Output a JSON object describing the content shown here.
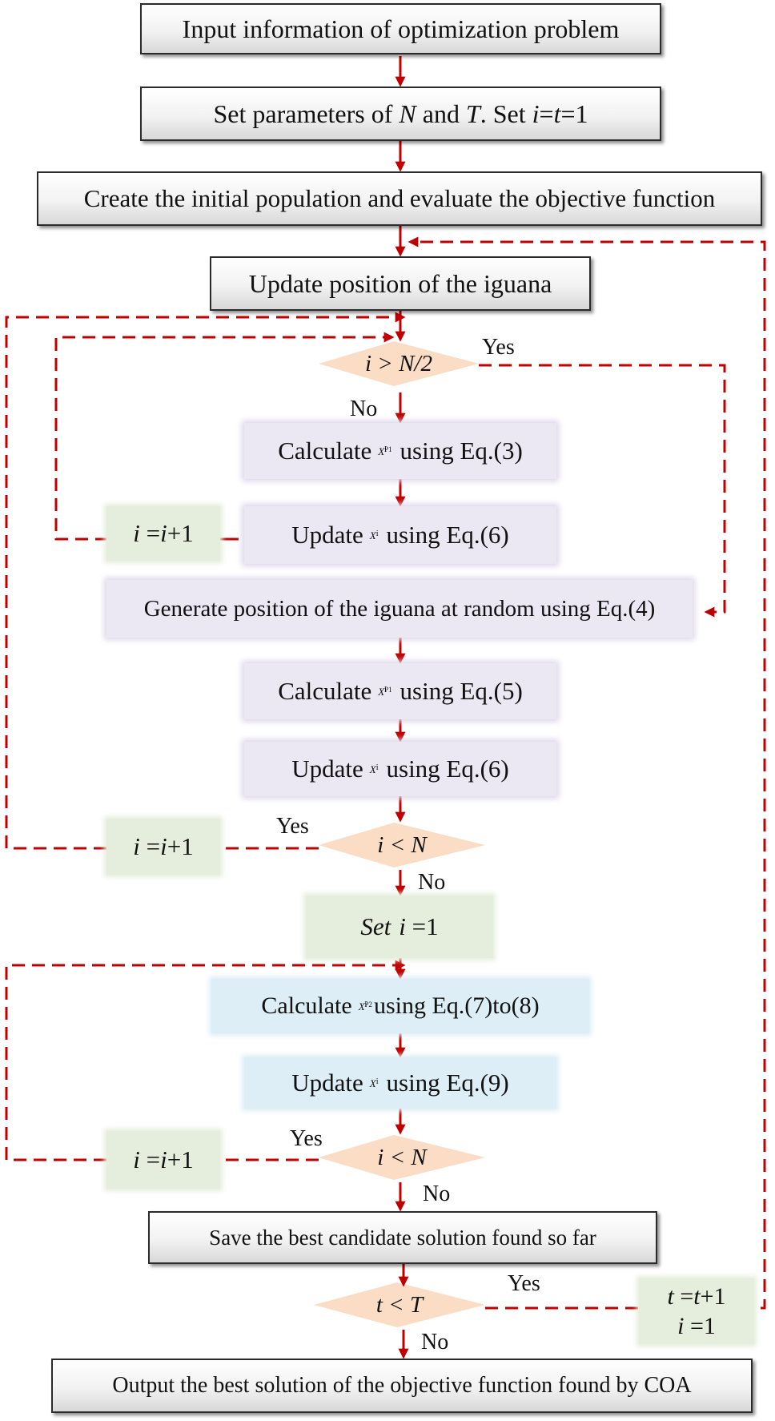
{
  "colors": {
    "dash": "#c00000",
    "diamond": "#fbdcc4",
    "lavender": "#ebe7f3",
    "green": "#e5eedc",
    "blue": "#ddeef6"
  },
  "nodes": {
    "input": "Input information of optimization problem",
    "set_params": {
      "pre": "Set parameters of ",
      "n": "N",
      "and": " and ",
      "t": "T",
      "set": ". Set ",
      "i": "i",
      "eq1": "=",
      "t2": "t",
      "eq2": "=1"
    },
    "create": "Create the initial population and evaluate the objective function",
    "update_iguana": "Update position of the iguana",
    "cond_half": {
      "i": "i",
      "rest": " > N/2"
    },
    "calc_p1_eq3": {
      "label": "Calculate",
      "sym": "X",
      "sub": "i",
      "sup": "P1",
      "tail": "using Eq.(3)"
    },
    "update_eq6_a": {
      "label": "Update",
      "sym": "X",
      "sub": "i",
      "tail": "using Eq.(6)"
    },
    "incr_a": {
      "i": "i",
      "eq": " =",
      "i2": "i",
      "plus": "+1"
    },
    "generate": "Generate position of the iguana at random using Eq.(4)",
    "calc_p1_eq5": {
      "label": "Calculate",
      "sym": "X",
      "sub": "i",
      "sup": "P1",
      "tail": "using Eq.(5)"
    },
    "update_eq6_b": {
      "label": "Update",
      "sym": "X",
      "sub": "i",
      "tail": "using Eq.(6)"
    },
    "cond_n1": {
      "i": "i",
      "rest": " < N"
    },
    "incr_b": {
      "i": "i",
      "eq": " =",
      "i2": "i",
      "plus": "+1"
    },
    "set_i1": {
      "set": "Set",
      "i": "i",
      "rest": " =1"
    },
    "calc_p2": {
      "label": "Calculate",
      "sym": "X",
      "sub": "i",
      "sup": "P2",
      "tail": "using Eq.(7)to(8)"
    },
    "update_eq9": {
      "label": "Update",
      "sym": "X",
      "sub": "i",
      "tail": "using Eq.(9)"
    },
    "cond_n2": {
      "i": "i",
      "rest": " < N"
    },
    "incr_c": {
      "i": "i",
      "eq": " =",
      "i2": "i",
      "plus": "+1"
    },
    "save": "Save the best candidate solution found so far",
    "cond_t": {
      "t": "t",
      "rest": " < T"
    },
    "incr_t": {
      "t": "t",
      "eq": " =",
      "t2": "t",
      "plus": "+1",
      "i": "i",
      "i_rest": " =1"
    },
    "output": "Output the best solution of the objective function found by COA"
  },
  "labels": {
    "yes": "Yes",
    "no": "No"
  }
}
